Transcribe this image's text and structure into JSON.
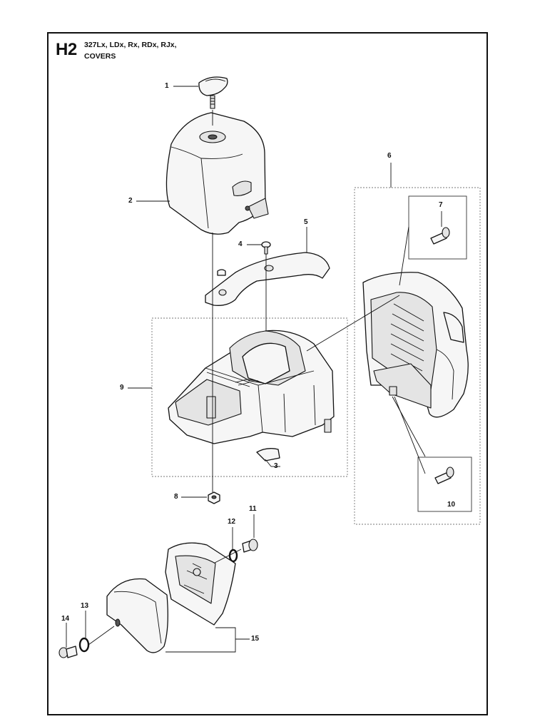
{
  "header": {
    "code": "H2",
    "models": "327Lx, LDx, Rx, RDx, RJx,",
    "section": "COVERS"
  },
  "callouts": {
    "c1": "1",
    "c2": "2",
    "c3": "3",
    "c4": "4",
    "c5": "5",
    "c6": "6",
    "c7": "7",
    "c8": "8",
    "c9": "9",
    "c10": "10",
    "c11": "11",
    "c12": "12",
    "c13": "13",
    "c14": "14",
    "c15": "15"
  }
}
